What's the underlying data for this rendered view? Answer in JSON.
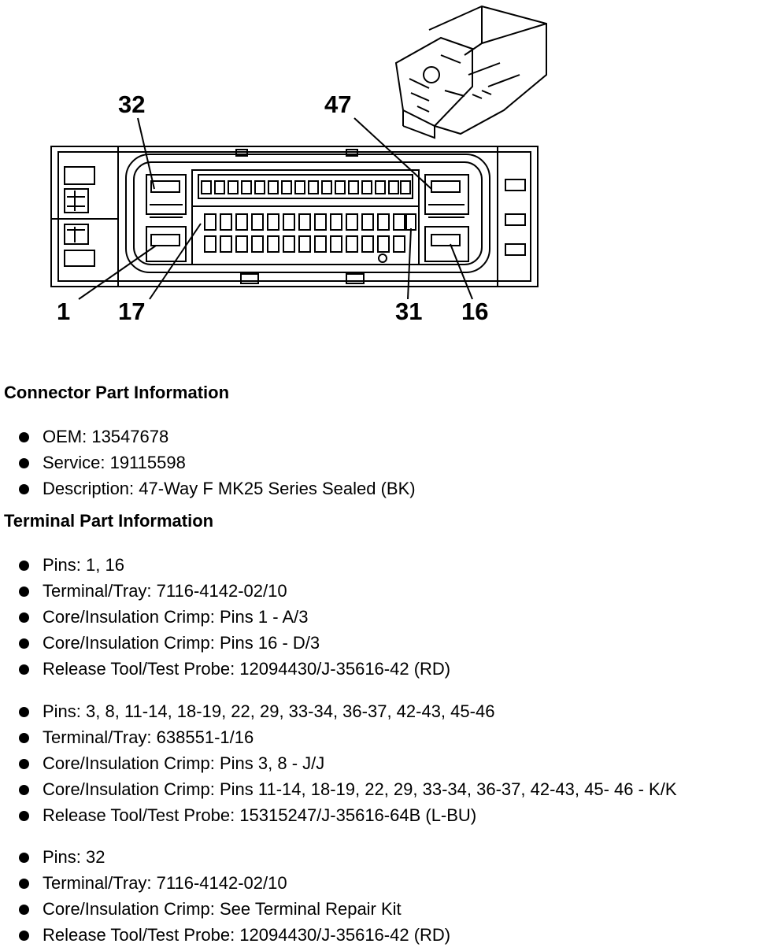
{
  "diagram": {
    "callouts": [
      "32",
      "47",
      "1",
      "17",
      "31",
      "16"
    ]
  },
  "connector_info": {
    "heading": "Connector Part Information",
    "items": [
      "OEM: 13547678",
      "Service: 19115598",
      "Description: 47-Way F MK25 Series Sealed (BK)"
    ]
  },
  "terminal_info": {
    "heading": "Terminal Part Information",
    "groups": [
      [
        "Pins: 1, 16",
        "Terminal/Tray: 7116-4142-02/10",
        "Core/Insulation Crimp: Pins 1 - A/3",
        "Core/Insulation Crimp: Pins 16 - D/3",
        "Release Tool/Test Probe: 12094430/J-35616-42 (RD)"
      ],
      [
        "Pins: 3, 8, 11-14, 18-19, 22, 29, 33-34, 36-37, 42-43, 45-46",
        "Terminal/Tray: 638551-1/16",
        "Core/Insulation Crimp: Pins 3, 8 - J/J",
        "Core/Insulation Crimp: Pins 11-14, 18-19, 22, 29, 33-34, 36-37, 42-43, 45- 46 - K/K",
        "Release Tool/Test Probe: 15315247/J-35616-64B (L-BU)"
      ],
      [
        "Pins: 32",
        "Terminal/Tray: 7116-4142-02/10",
        "Core/Insulation Crimp: See Terminal Repair Kit",
        "Release Tool/Test Probe: 12094430/J-35616-42 (RD)"
      ]
    ]
  }
}
